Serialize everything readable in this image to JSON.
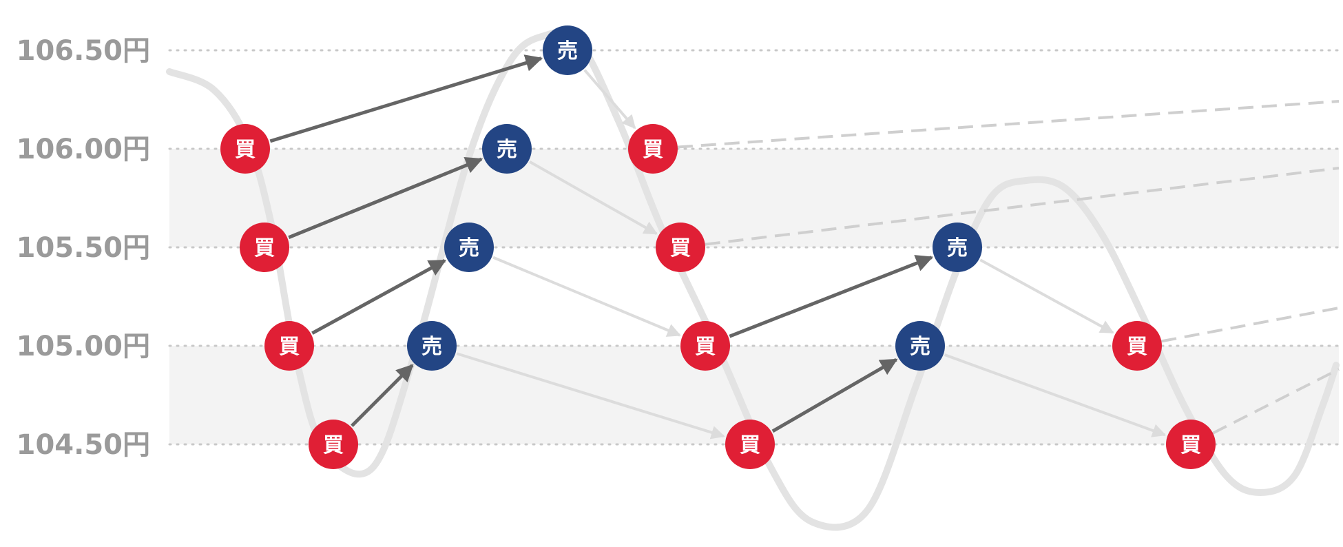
{
  "y_axis": {
    "labels": [
      "106.50円",
      "106.00円",
      "105.50円",
      "105.00円",
      "104.50円"
    ],
    "values": [
      106.5,
      106.0,
      105.5,
      105.0,
      104.5
    ]
  },
  "order_labels": {
    "buy": "買",
    "sell": "売"
  },
  "colors": {
    "buy": "#e01f35",
    "sell": "#234584",
    "price_curve": "#e3e3e3",
    "band": "#f3f3f3",
    "grid": "#c8c8c8",
    "arrow_open": "#656565",
    "arrow_close": "#dcdcdc",
    "pending": "#cfcfcf"
  },
  "orders": [
    {
      "id": "b1",
      "type": "buy",
      "price": 106.0
    },
    {
      "id": "b2",
      "type": "buy",
      "price": 105.5
    },
    {
      "id": "b3",
      "type": "buy",
      "price": 105.0
    },
    {
      "id": "b4",
      "type": "buy",
      "price": 104.5
    },
    {
      "id": "s1",
      "type": "sell",
      "price": 106.5
    },
    {
      "id": "s2",
      "type": "sell",
      "price": 106.0
    },
    {
      "id": "s3",
      "type": "sell",
      "price": 105.5
    },
    {
      "id": "s4",
      "type": "sell",
      "price": 105.0
    },
    {
      "id": "b5",
      "type": "buy",
      "price": 106.0
    },
    {
      "id": "b6",
      "type": "buy",
      "price": 105.5
    },
    {
      "id": "b7",
      "type": "buy",
      "price": 105.0
    },
    {
      "id": "b8",
      "type": "buy",
      "price": 104.5
    },
    {
      "id": "s5",
      "type": "sell",
      "price": 105.5
    },
    {
      "id": "s6",
      "type": "sell",
      "price": 105.0
    },
    {
      "id": "b9",
      "type": "buy",
      "price": 105.0
    },
    {
      "id": "b10",
      "type": "buy",
      "price": 104.5
    }
  ],
  "links": [
    {
      "from": "b1",
      "to": "s1",
      "style": "open"
    },
    {
      "from": "b2",
      "to": "s2",
      "style": "open"
    },
    {
      "from": "b3",
      "to": "s3",
      "style": "open"
    },
    {
      "from": "b4",
      "to": "s4",
      "style": "open"
    },
    {
      "from": "s1",
      "to": "b5",
      "style": "close"
    },
    {
      "from": "s2",
      "to": "b6",
      "style": "close"
    },
    {
      "from": "s3",
      "to": "b7",
      "style": "close"
    },
    {
      "from": "s4",
      "to": "b8",
      "style": "close"
    },
    {
      "from": "b7",
      "to": "s5",
      "style": "open"
    },
    {
      "from": "b8",
      "to": "s6",
      "style": "open"
    },
    {
      "from": "s5",
      "to": "b9",
      "style": "close"
    },
    {
      "from": "s6",
      "to": "b10",
      "style": "close"
    }
  ],
  "pending_from": [
    "b5",
    "b6",
    "b9",
    "b10"
  ]
}
